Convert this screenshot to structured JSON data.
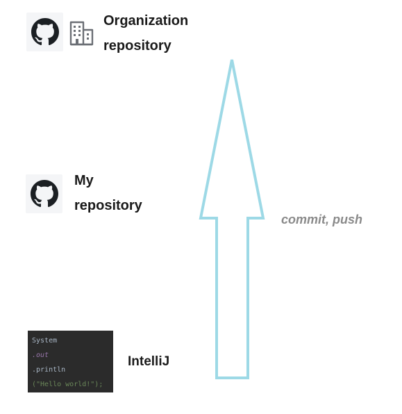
{
  "org": {
    "line1": "Organization",
    "line2": "repository"
  },
  "mine": {
    "line1": "My",
    "line2": "repository"
  },
  "arrow_label": "commit, push",
  "ide": {
    "name": "IntelliJ",
    "code_lines": [
      "System",
      ".out",
      ".println",
      "(\"Hello world!\");"
    ]
  },
  "colors": {
    "arrow": "#9dd9e6",
    "label_gray": "#8a8a8a",
    "code_bg": "#2b2b2b"
  },
  "icons": [
    "github-icon",
    "building-icon"
  ]
}
